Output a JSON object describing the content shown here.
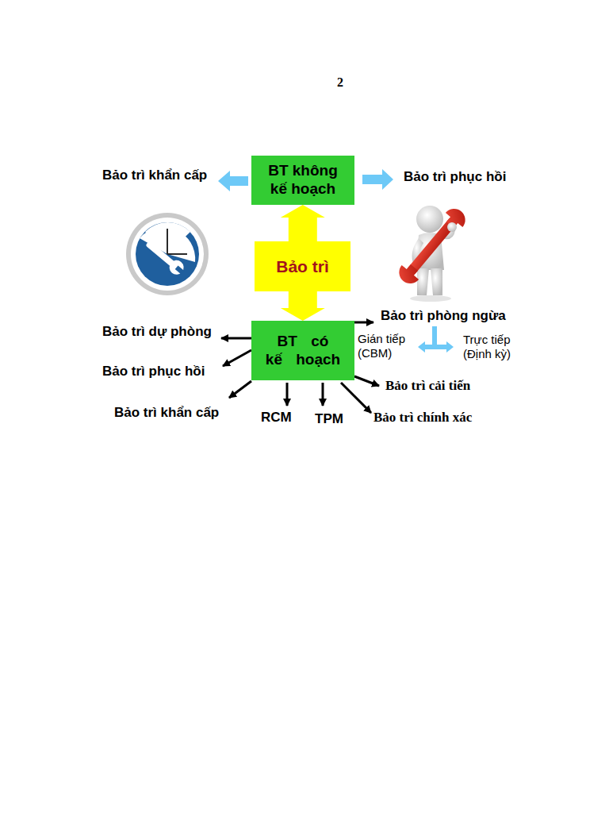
{
  "diagram": {
    "nodes": [
      {
        "text": [
          "BT không kế hoạch"
        ]
      },
      {
        "text": [
          "Bảo trì"
        ]
      },
      {
        "text": [
          "BT có kế hoạch"
        ]
      }
    ],
    "edges": [
      {
        "from": 1,
        "to": 0,
        "arrow": "to"
      },
      {
        "from": 1,
        "to": 2,
        "arrow": "to"
      }
    ],
    "labels": [
      "2",
      "Bảo trì khẩn cấp",
      "Bảo trì phục hồi",
      "Bảo trì phòng ngừa",
      "Bảo trì dự phòng",
      "Gián tiếp (CBM)",
      "Trực tiếp (Định kỳ)",
      "Bảo trì phục hồi",
      "Bảo trì cải tiến",
      "Bảo trì khẩn cấp",
      "RCM",
      "TPM",
      "Bảo trì chính xác"
    ]
  }
}
